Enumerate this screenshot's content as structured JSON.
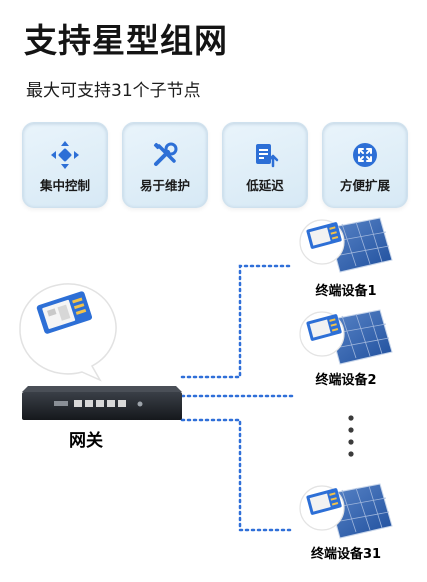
{
  "header": {
    "title": "支持星型组网",
    "subtitle": "最大可支持31个子节点"
  },
  "features": [
    {
      "label": "集中控制",
      "icon": "central-control-icon"
    },
    {
      "label": "易于维护",
      "icon": "tools-icon"
    },
    {
      "label": "低延迟",
      "icon": "document-upload-icon"
    },
    {
      "label": "方便扩展",
      "icon": "expand-icon"
    }
  ],
  "diagram": {
    "gateway_label": "网关",
    "terminals": [
      {
        "label": "终端设备1"
      },
      {
        "label": "终端设备2"
      },
      {
        "label": "终端设备31"
      }
    ],
    "link_color": "#2f6fd8",
    "accent_color": "#2d6fd6"
  }
}
